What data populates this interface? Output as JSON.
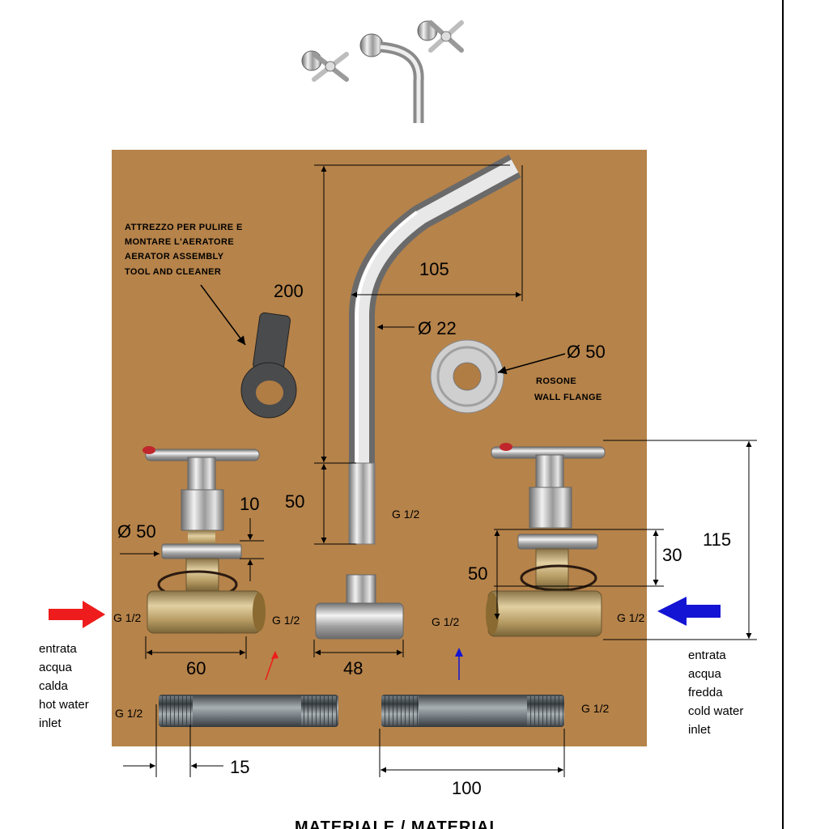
{
  "header_image": {
    "icon": "faucet-preview-icon"
  },
  "parts": {
    "tool_note": [
      "ATTREZZO PER PULIRE E",
      "MONTARE L'AERATORE",
      "AERATOR ASSEMBLY",
      "TOOL AND CLEANER"
    ],
    "flange_note": [
      "ROSONE",
      "WALL FLANGE"
    ]
  },
  "dimensions": {
    "spout_height": "200",
    "spout_reach": "105",
    "spout_diameter": "Ø 22",
    "flange_diameter": "Ø 50",
    "spout_insert": "50",
    "valve_flange_diameter": "Ø 50",
    "valve_gap": "10",
    "valve_body_length": "60",
    "tee_length": "48",
    "handle_total_height": "115",
    "valve_flange_height": "30",
    "valve_depth": "50",
    "nipple_offset": "15",
    "nipple_length": "100"
  },
  "threads": {
    "valve_left_in": "G 1/2",
    "valve_left_out": "G 1/2",
    "spout_thread": "G 1/2",
    "tee_out": "G 1/2",
    "valve_right_in": "G 1/2",
    "nipple_left": "G 1/2",
    "nipple_right": "G 1/2"
  },
  "inlets": {
    "hot": [
      "entrata",
      "acqua",
      "calda",
      "hot water",
      "inlet"
    ],
    "cold": [
      "entrata",
      "acqua",
      "fredda",
      "cold water",
      "inlet"
    ]
  },
  "colors": {
    "hot": "#ee1c1c",
    "cold": "#1414d4",
    "board": "#b07d45"
  },
  "footer": {
    "title": "MATERIALE  /  MATERIAL"
  }
}
